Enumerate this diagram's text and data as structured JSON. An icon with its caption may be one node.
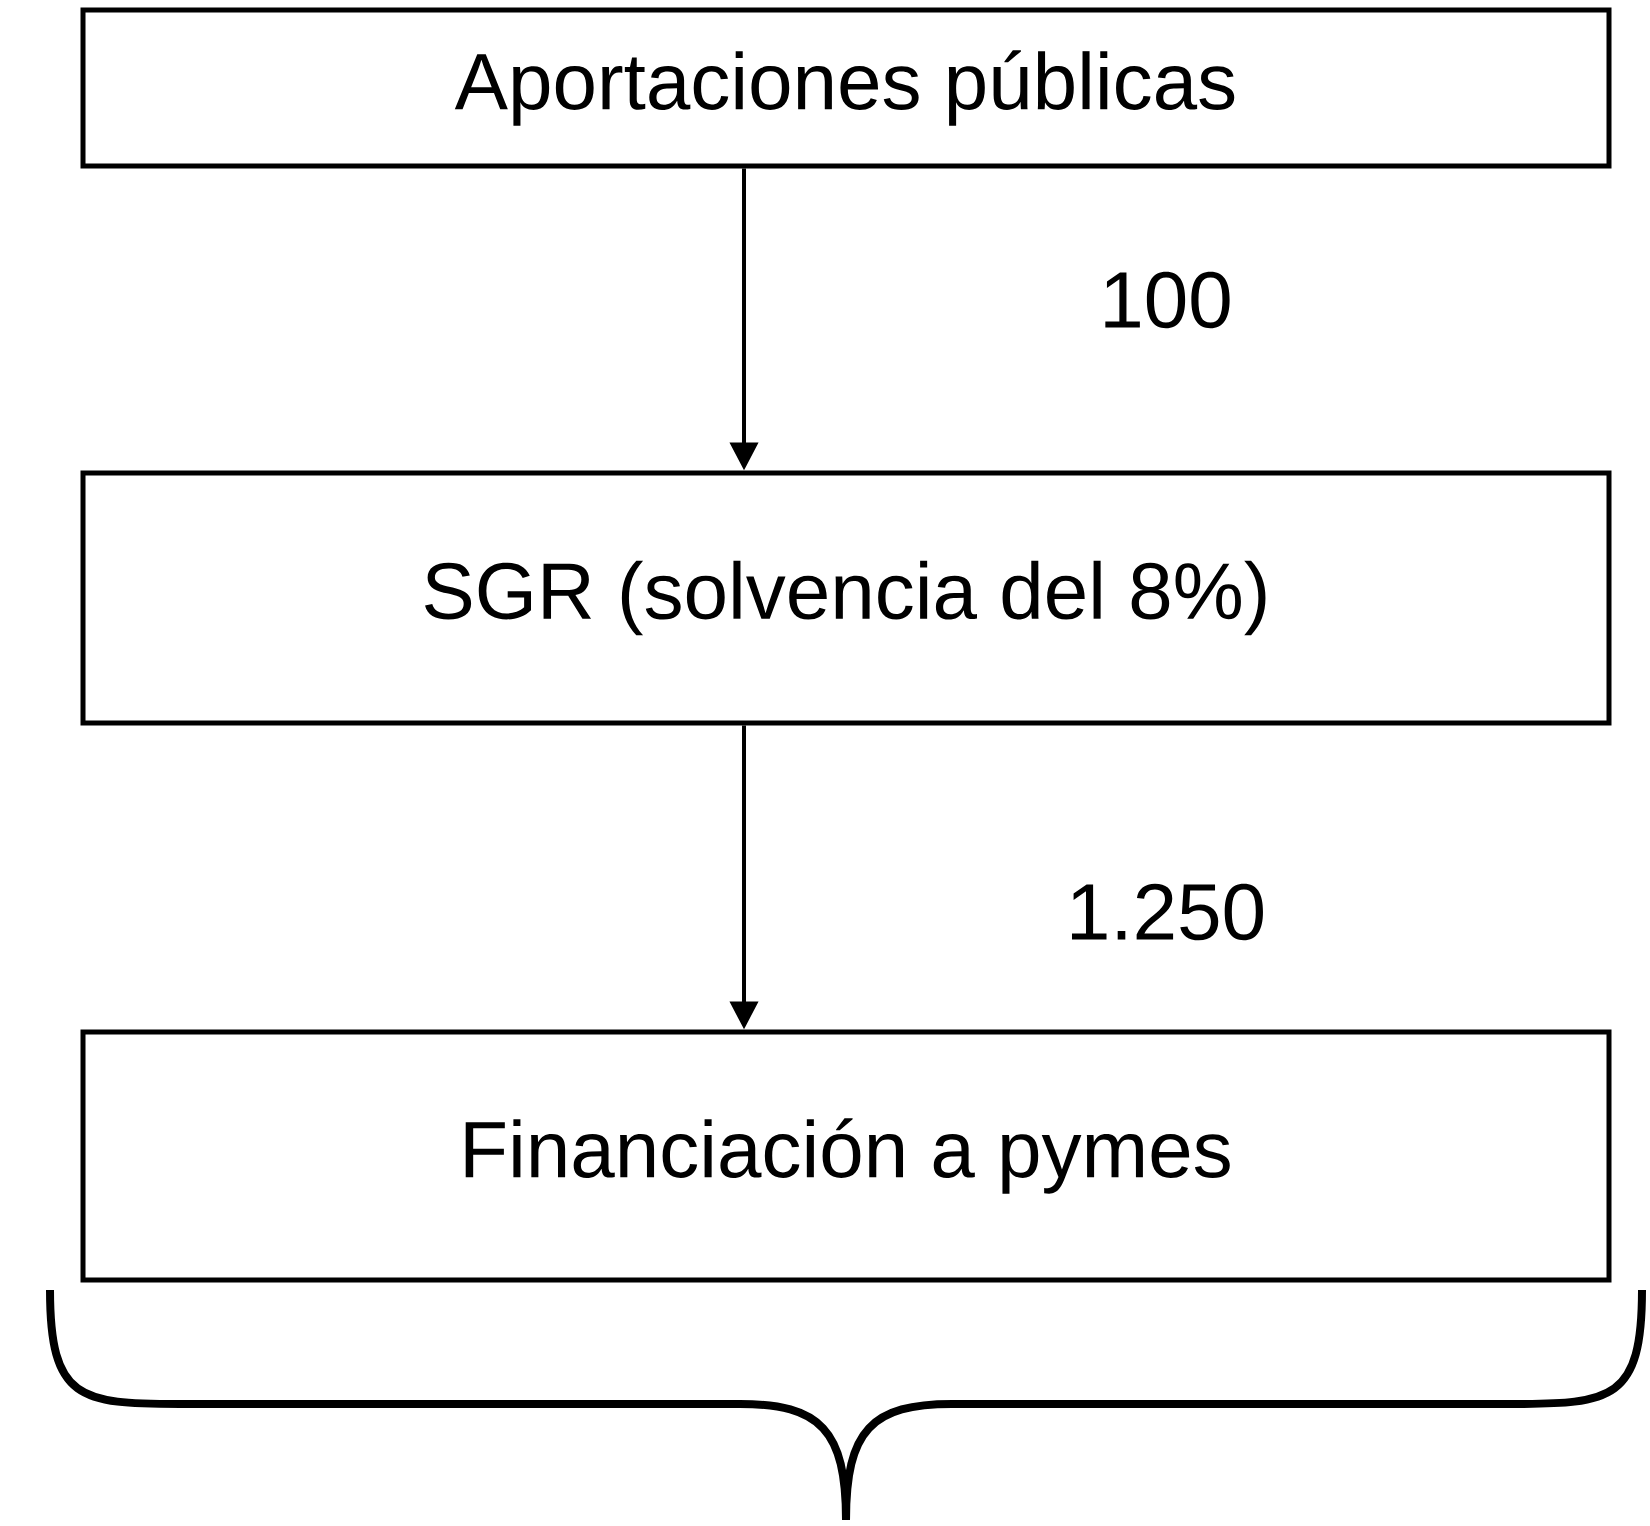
{
  "diagram": {
    "nodes": [
      {
        "text": [
          "Aportaciones públicas"
        ]
      },
      {
        "text": [
          "SGR (solvencia del 8%)"
        ]
      },
      {
        "text": [
          "Financiación a pymes"
        ]
      }
    ],
    "edges": [
      {
        "from": 0,
        "to": 1,
        "arrow": "to",
        "label": "100"
      },
      {
        "from": 1,
        "to": 2,
        "arrow": "to",
        "label": "1.250"
      }
    ]
  }
}
